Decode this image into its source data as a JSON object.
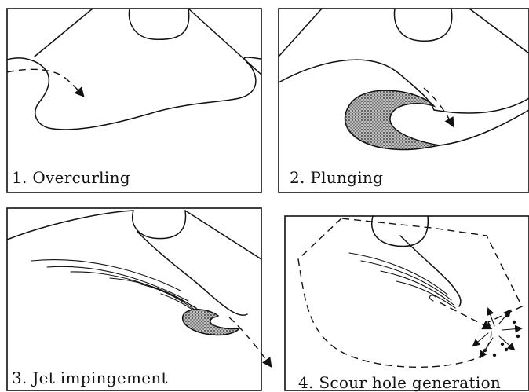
{
  "panels": [
    {
      "caption": "1. Overcurling"
    },
    {
      "caption": "2. Plunging"
    },
    {
      "caption": "3. Jet impingement"
    },
    {
      "caption": "4. Scour hole generation"
    }
  ],
  "colors": {
    "ink": "#111111",
    "paper": "#ffffff",
    "hatch": "#555555"
  }
}
